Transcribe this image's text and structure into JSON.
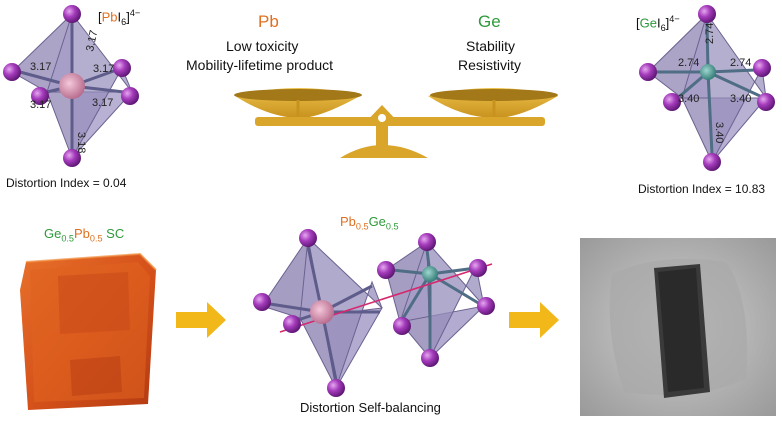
{
  "colors": {
    "orange": "#e07020",
    "green": "#2e9a3a",
    "octahedron": "#9a90b8",
    "iodine": "#9a2fb0",
    "pb_center": "#c97a9a",
    "ge_center": "#3f8f8a",
    "balance": "#d9a52a",
    "crystal": "#d9541a",
    "arrow": "#f2b81a",
    "axis_line": "#d6286e"
  },
  "balance": {
    "left_title": "Pb",
    "left_lines": [
      "Low toxicity",
      "Mobility-lifetime product"
    ],
    "right_title": "Ge",
    "right_lines": [
      "Stability",
      "Resistivity"
    ]
  },
  "pb_octahedron": {
    "formula_open": "[",
    "formula_element": "Pb",
    "formula_halide": "I",
    "formula_halide_sub": "6",
    "formula_close": "]",
    "formula_charge": "4−",
    "bond_labels": [
      "3.17",
      "3.17",
      "3.17",
      "3.17",
      "3.17",
      "3.18"
    ],
    "distortion_label": "Distortion Index = 0.04"
  },
  "ge_octahedron": {
    "formula_open": "[",
    "formula_element": "Ge",
    "formula_halide": "I",
    "formula_halide_sub": "6",
    "formula_close": "]",
    "formula_charge": "4−",
    "bond_labels": [
      "2.74",
      "2.74",
      "3.40",
      "3.40",
      "3.40"
    ],
    "distortion_label": "Distortion Index = 10.83"
  },
  "single_crystal": {
    "el1": "Ge",
    "sub1": "0.5",
    "el2": "Pb",
    "sub2": "0.5",
    "suffix": " SC"
  },
  "mixed": {
    "el1": "Pb",
    "sub1": "0.5",
    "el2": "Ge",
    "sub2": "0.5",
    "caption": "Distortion Self-balancing"
  }
}
